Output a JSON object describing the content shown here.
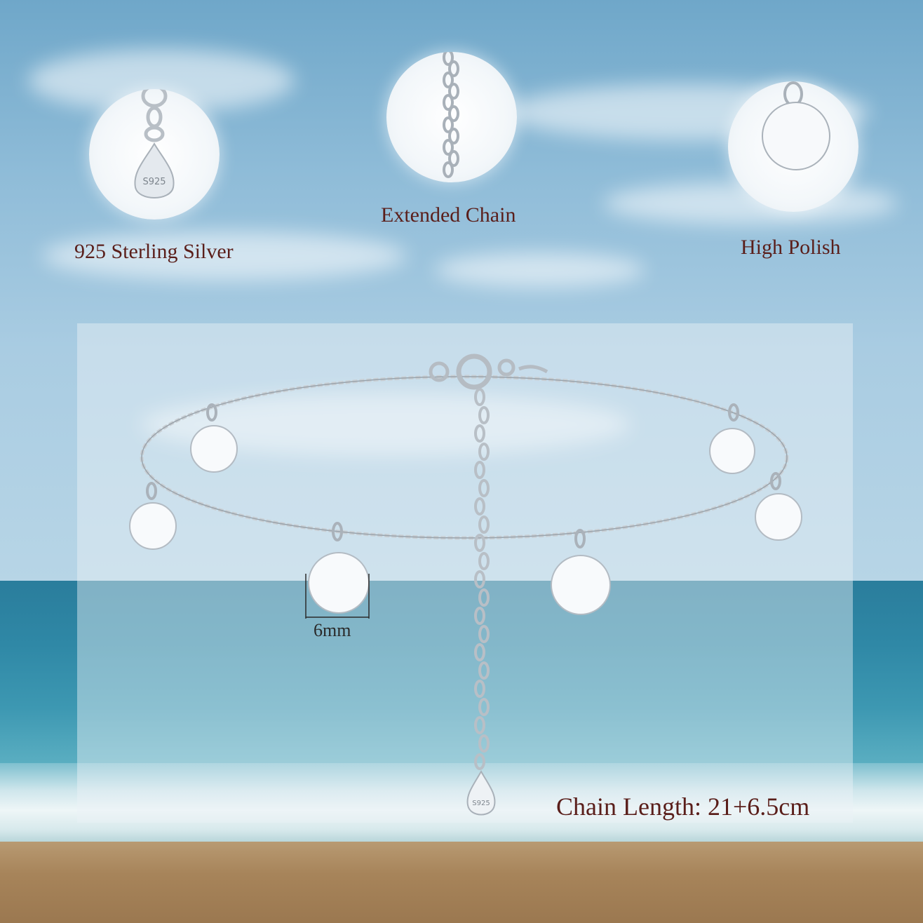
{
  "features": {
    "sterling_silver": "925 Sterling Silver",
    "extended_chain": "Extended Chain",
    "high_polish": "High Polish"
  },
  "stamp_text": "S925",
  "pendant_size": "6mm",
  "chain_length": "Chain Length:  21+6.5cm",
  "colors": {
    "label_text": "#5a1e1a",
    "silver": "#c9cfd4",
    "sky": "#8fbcd8",
    "sea": "#2f88a6",
    "sand": "#a7845a"
  }
}
